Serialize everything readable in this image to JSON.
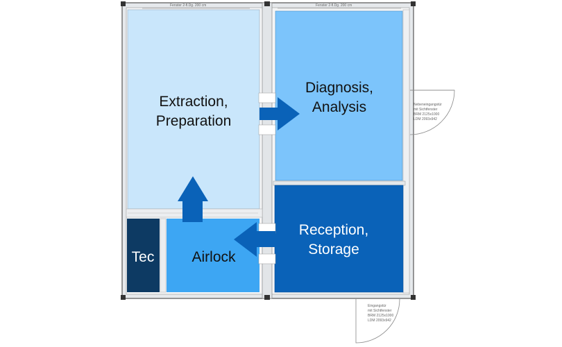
{
  "rooms": {
    "extraction": {
      "line1": "Extraction,",
      "line2": "Preparation",
      "color": "#c9e6fb"
    },
    "diagnosis": {
      "line1": "Diagnosis,",
      "line2": "Analysis",
      "color": "#7cc4fb"
    },
    "reception": {
      "line1": "Reception,",
      "line2": "Storage",
      "color": "#0a62b8"
    },
    "airlock": {
      "label": "Airlock",
      "color": "#3da6f3"
    },
    "tec": {
      "label": "Tec",
      "color": "#0d3a63"
    }
  },
  "arrow_color": "#0a62b8",
  "annotations": {
    "window_left": "Fenster 2-fl.Dg. 200 cm",
    "window_right": "Fenster 2-fl.Dg. 200 cm",
    "door_right": [
      "Nebeneingangstür",
      "mit Sichtfenster",
      "BRM 2125x1000",
      "LDM 2093x942"
    ],
    "door_bottom": [
      "Eingangstür",
      "mit Sichtfenster",
      "BRM 2125x1000",
      "LDM 2093x942"
    ]
  }
}
